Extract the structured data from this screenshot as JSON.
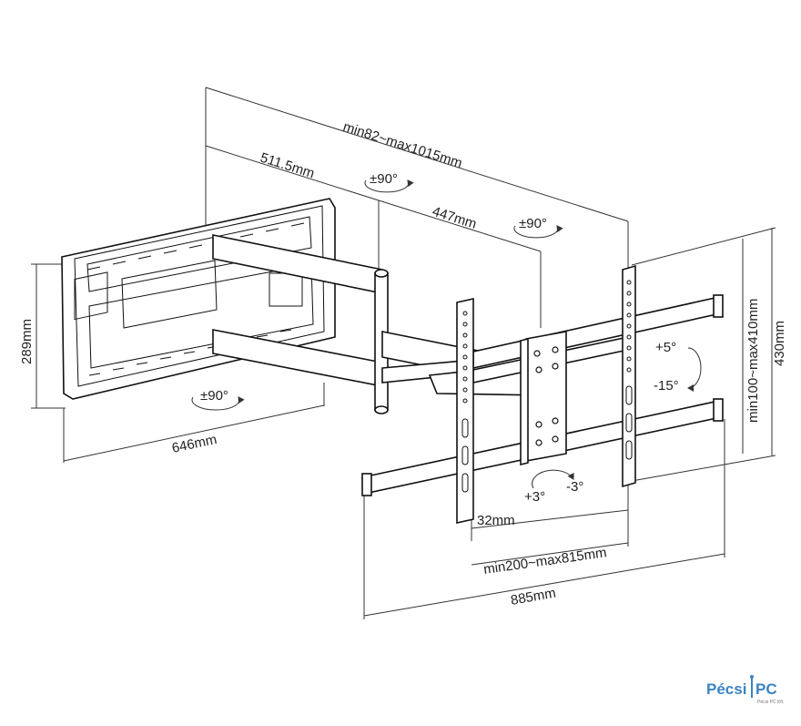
{
  "dimensions": {
    "overall_depth": "min82~max1015mm",
    "arm1_length": "511.5mm",
    "arm2_length": "447mm",
    "wall_plate_height": "289mm",
    "wall_plate_width": "646mm",
    "vesa_height": "min100~max410mm",
    "bracket_height": "430mm",
    "vesa_width": "min200~max815mm",
    "rail_width": "885mm",
    "bar_width": "32mm"
  },
  "rotations": {
    "swivel_top_left": "±90°",
    "swivel_top_right": "±90°",
    "swivel_wall": "±90°",
    "tilt_up": "+5°",
    "tilt_down": "-15°",
    "level_plus": "+3°",
    "level_minus": "-3°"
  },
  "watermark": {
    "brand": "Pécsi PC",
    "brand_left": "Pécsi",
    "brand_right": "PC",
    "tagline": "Pécsi PC Kft."
  },
  "colors": {
    "line": "#111111",
    "logo": "#3b83c4"
  }
}
